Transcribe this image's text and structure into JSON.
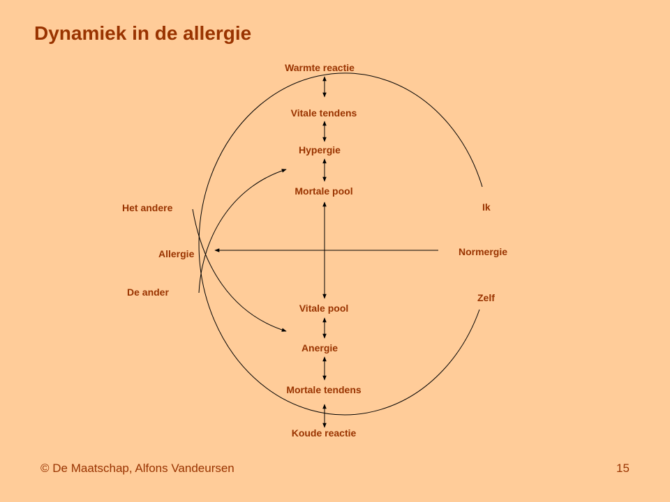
{
  "title": "Dynamiek in de allergie",
  "diagram": {
    "vertical_labels": {
      "top": "Warmte reactie",
      "vital_tendency": "Vitale tendens",
      "hyper": "Hypergie",
      "mortal_pole": "Mortale pool",
      "vital_pole": "Vitale pool",
      "anergy": "Anergie",
      "mortal_tendency": "Mortale tendens",
      "bottom": "Koude reactie"
    },
    "left_labels": {
      "other_upper": "Het andere",
      "allergy": "Allergie",
      "other_lower": "De ander"
    },
    "right_labels": {
      "ik": "Ik",
      "normergy": "Normergie",
      "self": "Zelf"
    }
  },
  "footer": {
    "copyright": "© De Maatschap, Alfons Vandeursen",
    "page_number": "15"
  }
}
